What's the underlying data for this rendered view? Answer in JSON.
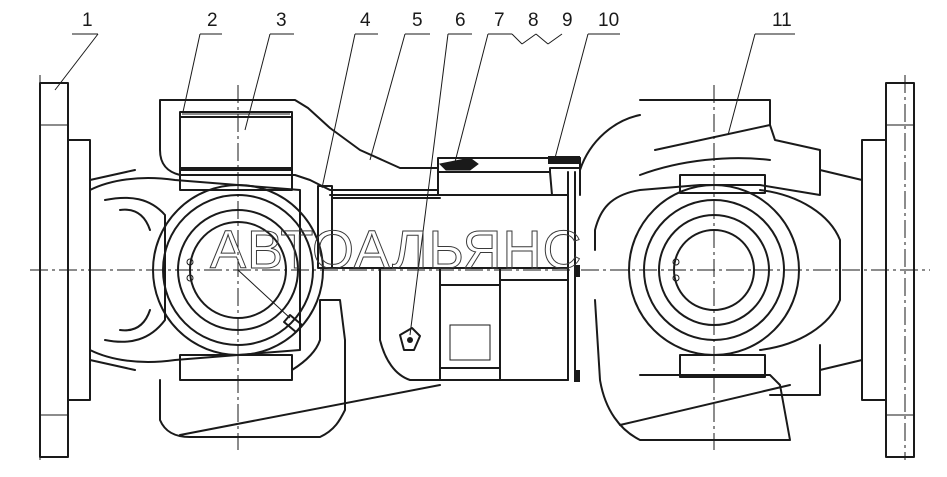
{
  "callouts": [
    {
      "label": "1"
    },
    {
      "label": "2"
    },
    {
      "label": "3"
    },
    {
      "label": "4"
    },
    {
      "label": "5"
    },
    {
      "label": "6"
    },
    {
      "label": "7"
    },
    {
      "label": "8"
    },
    {
      "label": "9"
    },
    {
      "label": "10"
    },
    {
      "label": "11"
    }
  ],
  "watermark": {
    "text": "АВТОАЛЬЯНС"
  },
  "colors": {
    "line": "#1a1a1a",
    "background": "#ffffff"
  }
}
